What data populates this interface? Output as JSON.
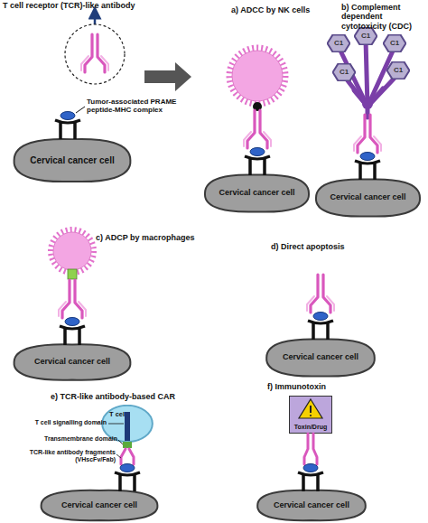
{
  "diagram": {
    "nodes": [
      {
        "text": [
          "Cervical cancer cell"
        ]
      },
      {
        "text": [
          "Cervical cancer cell"
        ]
      },
      {
        "text": [
          "C1"
        ]
      },
      {
        "text": [
          "C1"
        ]
      },
      {
        "text": [
          "C1"
        ]
      },
      {
        "text": [
          "C1"
        ]
      },
      {
        "text": [
          "C1"
        ]
      },
      {
        "text": [
          "Cervical cancer cell"
        ]
      },
      {
        "text": [
          "Cervical cancer cell"
        ]
      },
      {
        "text": [
          "Cervical cancer cell"
        ]
      },
      {
        "text": [
          "T cell"
        ]
      },
      {
        "text": [
          "Cervical cancer cell"
        ]
      },
      {
        "text": [
          "Toxin/Drug"
        ]
      },
      {
        "text": [
          "Cervical cancer cell"
        ]
      }
    ],
    "labels": [
      "T cell receptor (TCR)-like antibody",
      "Tumor-associated PRAME peptide-MHC complex",
      "a) ADCC by NK cells",
      "b) Complement dependent cytotoxicity (CDC)",
      "c) ADCP by macrophages",
      "d) Direct apoptosis",
      "e) TCR-like antibody-based CAR",
      "T cell signalling domain",
      "Transmembrane domain",
      "TCR-like antibody fragments (VHscFv/Fab)",
      "f) Immunotoxin"
    ]
  }
}
